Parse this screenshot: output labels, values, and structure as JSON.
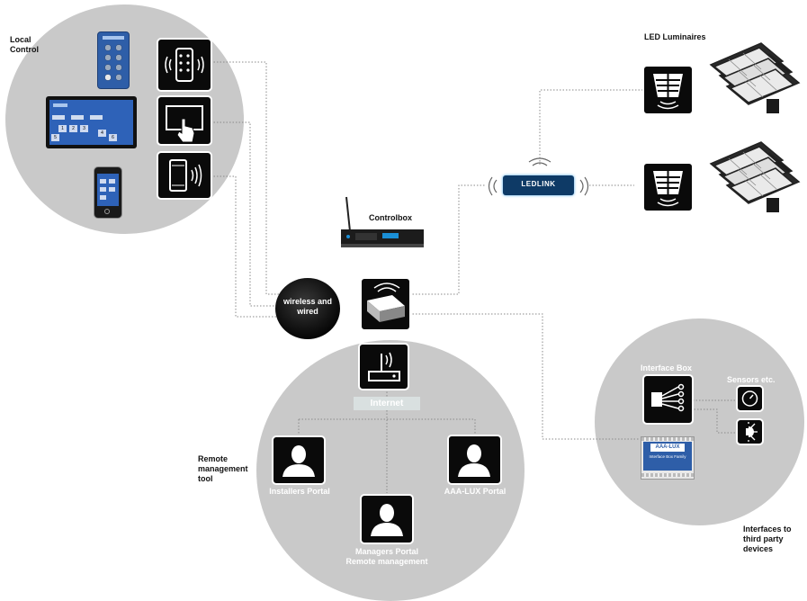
{
  "labels": {
    "local_control": "Local Control",
    "led_luminaires": "LED Luminaires",
    "controlbox": "Controlbox",
    "wireless_wired": "wireless and wired",
    "internet": "Internet",
    "remote_tool": "Remote management tool",
    "installers_portal": "Installers Portal",
    "aaa_lux_portal": "AAA-LUX Portal",
    "managers_portal": "Managers Portal",
    "remote_management": "Remote management",
    "interface_box": "Interface Box",
    "sensors": "Sensors etc.",
    "interfaces_third_party": "Interfaces to third party devices",
    "ledlink": "LEDLINK",
    "interface_family": "Interface Box Family",
    "aaa_lux_badge": "AAA-LUX",
    "tablet_keys": [
      "1",
      "2",
      "3",
      "4",
      "5",
      "6"
    ]
  },
  "colors": {
    "circle": "#c9c9c9",
    "icon_bg": "#0a0a0a",
    "accent_blue": "#1a8fd6",
    "device_blue": "#2e5ea8",
    "internet_bar": "#d9e0e0"
  }
}
